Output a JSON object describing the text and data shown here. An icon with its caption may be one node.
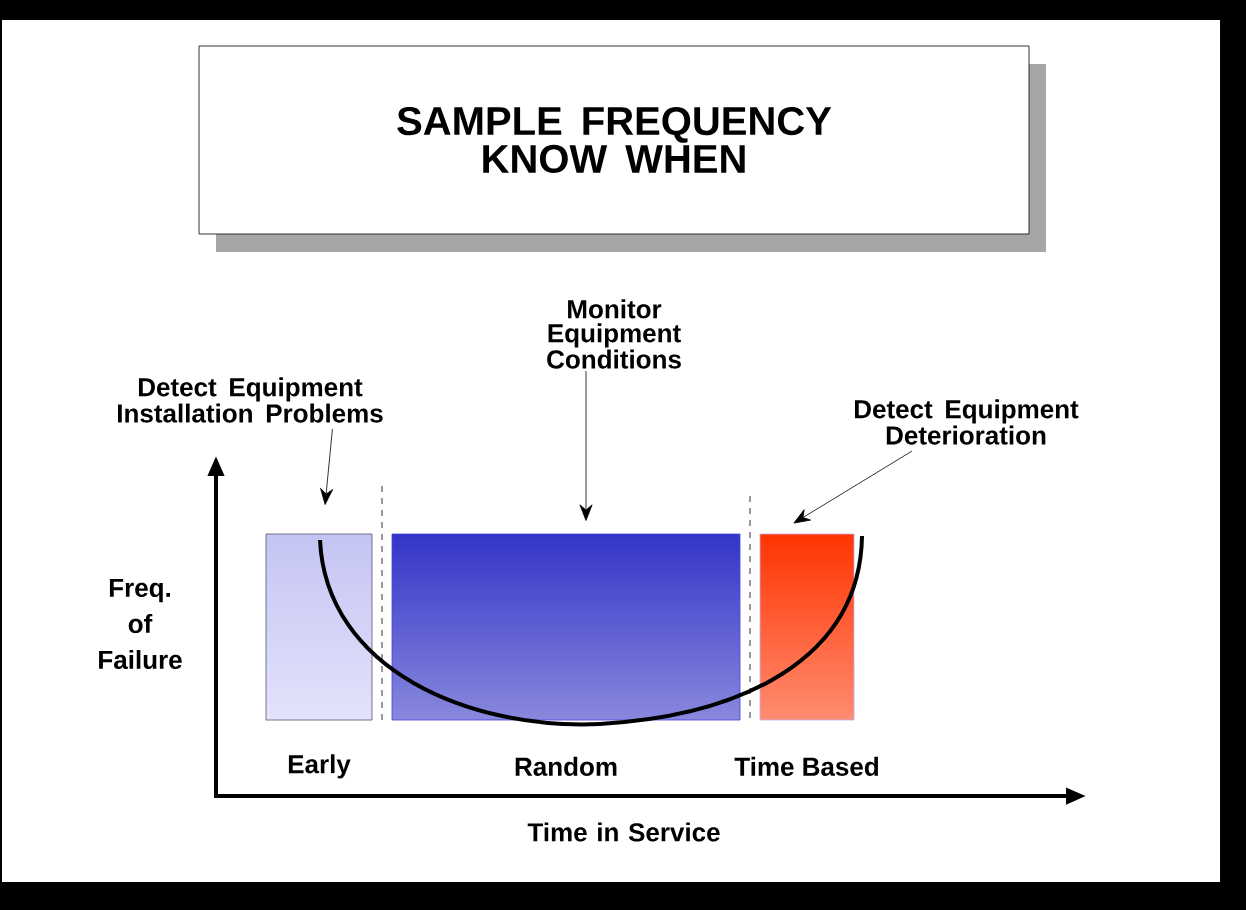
{
  "diagram": {
    "nodes": [
      {
        "text": [
          "SAMPLE FREQUENCY KNOW WHEN"
        ]
      },
      {
        "text": [
          "Detect Equipment Installation Problems"
        ]
      },
      {
        "text": [
          "Monitor Equipment Conditions"
        ]
      },
      {
        "text": [
          "Detect Equipment Deterioration"
        ]
      },
      {
        "text": [],
        "shape": "box",
        "beside": [
          "Early"
        ]
      },
      {
        "text": [],
        "shape": "box",
        "beside": [
          "Random"
        ]
      },
      {
        "text": [],
        "shape": "box",
        "beside": [
          "Time Based"
        ]
      }
    ],
    "edges": [
      {
        "from": 1,
        "to": 4,
        "arrow": "to"
      },
      {
        "from": 2,
        "to": 5,
        "arrow": "to"
      },
      {
        "from": 3,
        "to": 6,
        "arrow": "to"
      }
    ],
    "labels": [
      "Freq. of Failure",
      "Time in Service"
    ]
  }
}
